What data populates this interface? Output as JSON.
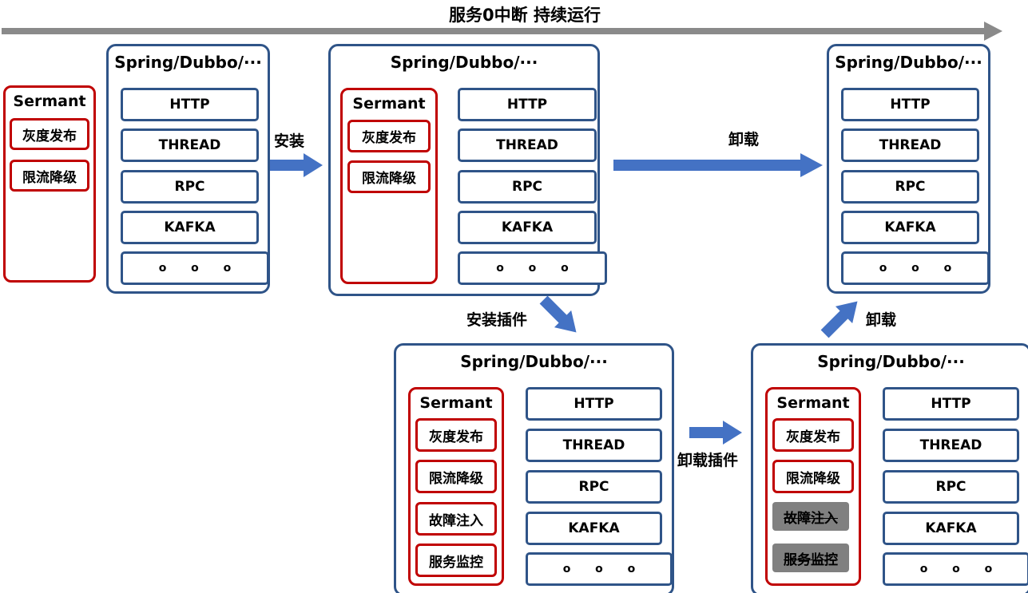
{
  "header": {
    "title": "服务0中断 持续运行"
  },
  "colors": {
    "box_border_blue": "#2f5488",
    "sermant_red": "#c00000",
    "flow_arrow_blue": "#4472c4",
    "timeline_gray": "#8a8a8a",
    "disabled_plugin_bg": "#808080"
  },
  "arrows": {
    "install": "安装",
    "uninstall_top": "卸载",
    "install_plugin": "安装插件",
    "uninstall_plugin": "卸载插件",
    "uninstall_bottom": "卸载"
  },
  "boxes": {
    "left_sermant": {
      "title": "Sermant",
      "plugins": [
        "灰度发布",
        "限流降级"
      ]
    },
    "app1": {
      "title": "Spring/Dubbo/···",
      "services": [
        "HTTP",
        "THREAD",
        "RPC",
        "KAFKA",
        "o o o"
      ]
    },
    "app2": {
      "title": "Spring/Dubbo/···",
      "sermant": {
        "title": "Sermant",
        "plugins": [
          "灰度发布",
          "限流降级"
        ]
      },
      "services": [
        "HTTP",
        "THREAD",
        "RPC",
        "KAFKA",
        "o o o"
      ]
    },
    "app3": {
      "title": "Spring/Dubbo/···",
      "services": [
        "HTTP",
        "THREAD",
        "RPC",
        "KAFKA",
        "o o o"
      ]
    },
    "app4": {
      "title": "Spring/Dubbo/···",
      "sermant": {
        "title": "Sermant",
        "plugins": [
          "灰度发布",
          "限流降级",
          "故障注入",
          "服务监控"
        ]
      },
      "services": [
        "HTTP",
        "THREAD",
        "RPC",
        "KAFKA",
        "o o o"
      ]
    },
    "app5": {
      "title": "Spring/Dubbo/···",
      "sermant": {
        "title": "Sermant",
        "plugins": [
          "灰度发布",
          "限流降级"
        ],
        "plugins_disabled": [
          "故障注入",
          "服务监控"
        ]
      },
      "services": [
        "HTTP",
        "THREAD",
        "RPC",
        "KAFKA",
        "o o o"
      ]
    }
  }
}
